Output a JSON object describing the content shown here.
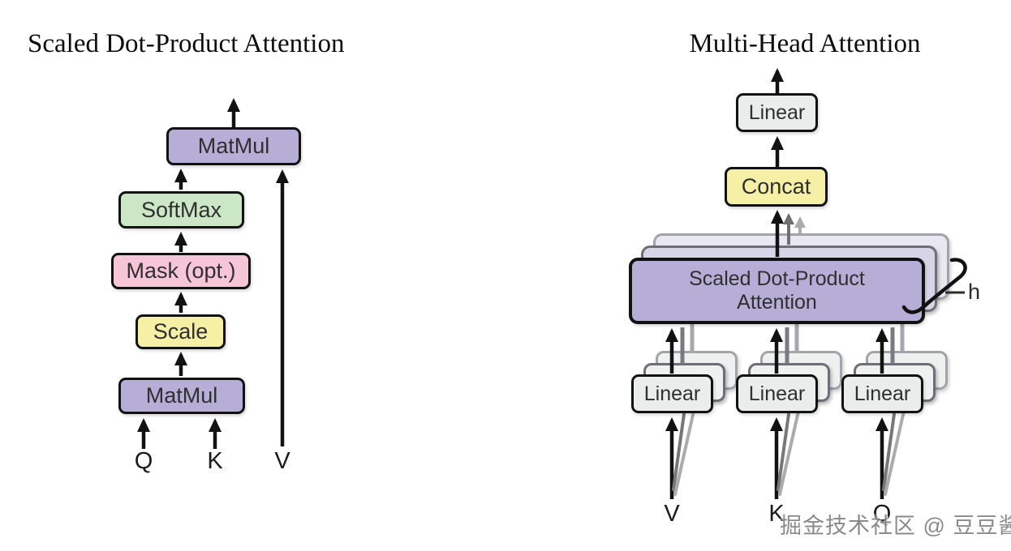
{
  "left_panel": {
    "title": "Scaled Dot-Product Attention",
    "boxes": {
      "matmul_top": "MatMul",
      "softmax": "SoftMax",
      "mask": "Mask (opt.)",
      "scale": "Scale",
      "matmul_bottom": "MatMul"
    },
    "inputs": {
      "q": "Q",
      "k": "K",
      "v": "V"
    }
  },
  "right_panel": {
    "title": "Multi-Head Attention",
    "boxes": {
      "linear_out": "Linear",
      "concat": "Concat",
      "attention_line1": "Scaled Dot-Product",
      "attention_line2": "Attention",
      "linear_v": "Linear",
      "linear_k": "Linear",
      "linear_q": "Linear"
    },
    "heads_count_label": "h",
    "inputs": {
      "v": "V",
      "k": "K",
      "q": "Q"
    }
  },
  "watermark": "掘金技术社区 @ 豆豆酱",
  "colors": {
    "matmul_purple": "#b6aed7",
    "softmax_green": "#cbe7c6",
    "mask_pink": "#f6c5d7",
    "scale_yellow": "#f6f0a7",
    "linear_gray": "#e9edec",
    "stacked_sheet_purple": "#d8d4e8",
    "arrow_black": "#121212",
    "arrow_gray_mid": "#6f6f6f",
    "arrow_gray_light": "#ababab"
  }
}
